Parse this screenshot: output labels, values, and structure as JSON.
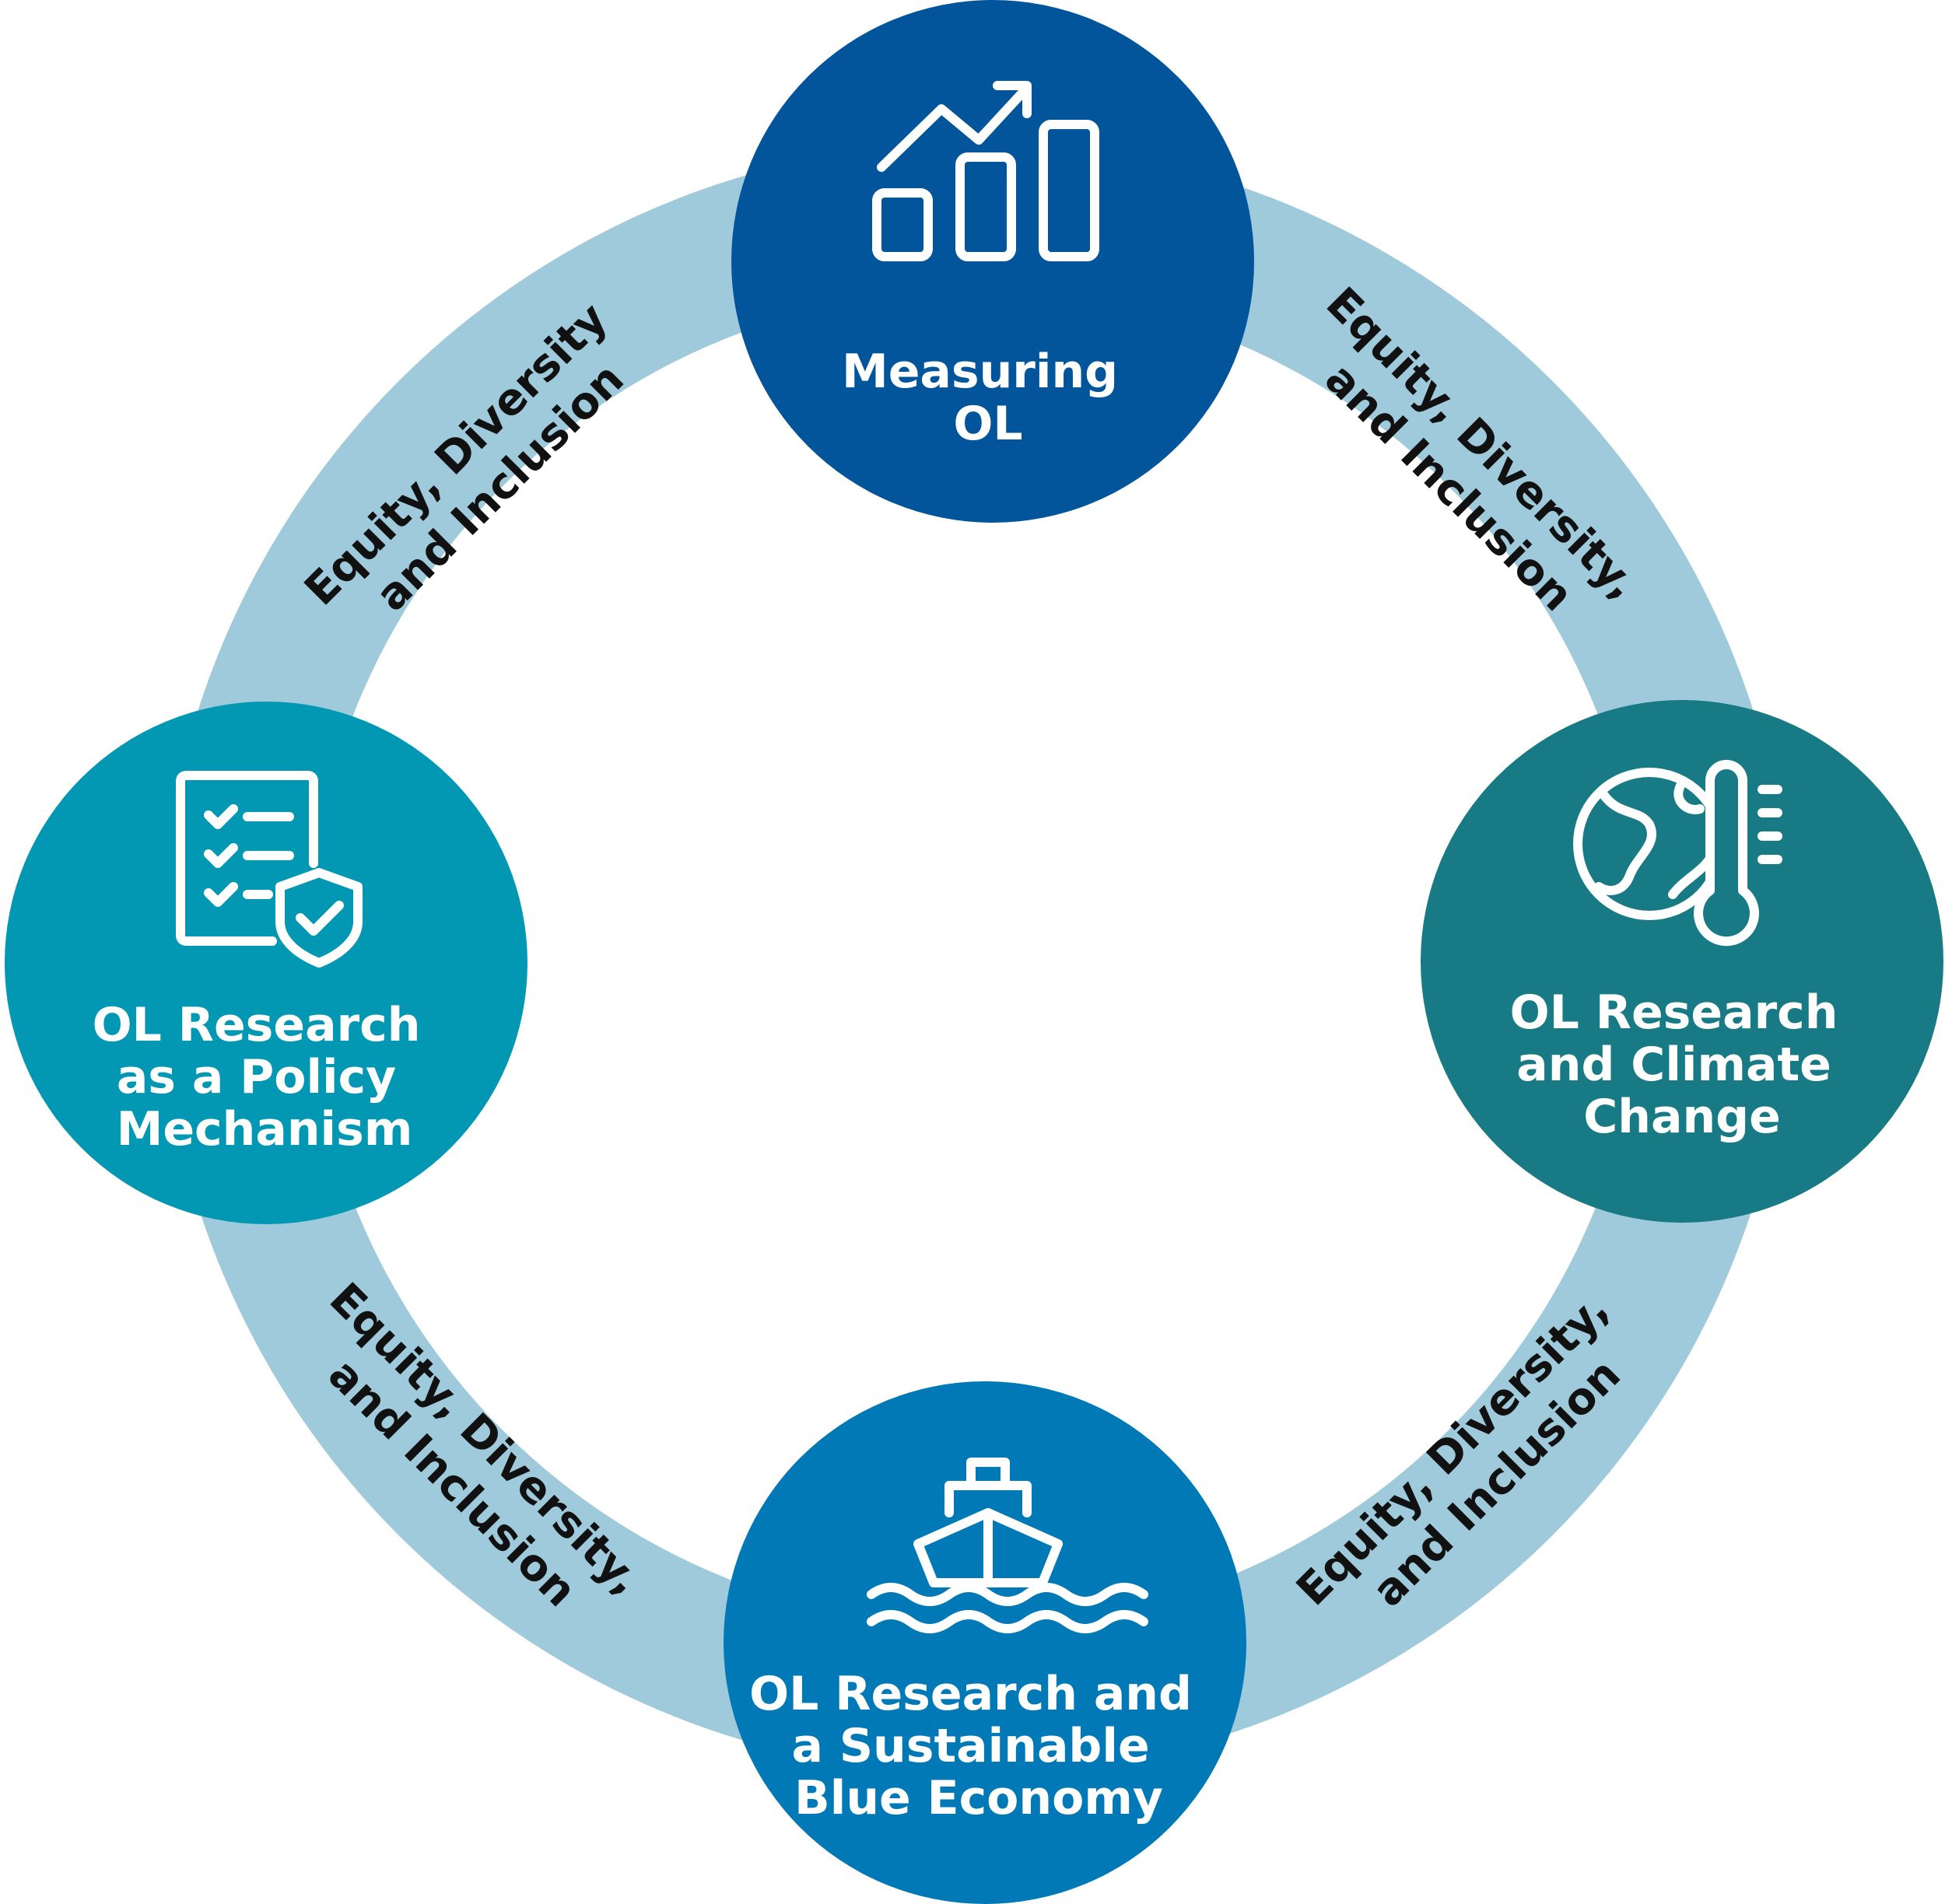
{
  "colors": {
    "ring": "#9ECADB",
    "node_top": "#03559B",
    "node_right": "#177A84",
    "node_bottom": "#0279B7",
    "node_left": "#0298B3",
    "node_text": "#FFFFFF",
    "arc_text": "#111111"
  },
  "nodes": {
    "top": {
      "lines": [
        "Measuring",
        "OL"
      ],
      "icon": "bar-chart-trend-icon"
    },
    "right": {
      "lines": [
        "OL Research",
        "and Climate",
        "Change"
      ],
      "icon": "globe-thermometer-icon"
    },
    "bottom": {
      "lines": [
        "OL Research and",
        "a Sustainable",
        "Blue Economy"
      ],
      "icon": "ship-waves-icon"
    },
    "left": {
      "lines": [
        "OL Research",
        "as a Policy",
        "Mechanism"
      ],
      "icon": "checklist-shield-icon"
    }
  },
  "arcs": {
    "top_left": [
      "Equity, Diversity",
      "and Inclusion"
    ],
    "top_right": [
      "Equity, Diversity,",
      "and Inclusion"
    ],
    "bottom_left": [
      "Equity, Diversity,",
      "and Inclusion"
    ],
    "bottom_right": [
      "Equity, Diversity,",
      "and Inclusion"
    ]
  }
}
